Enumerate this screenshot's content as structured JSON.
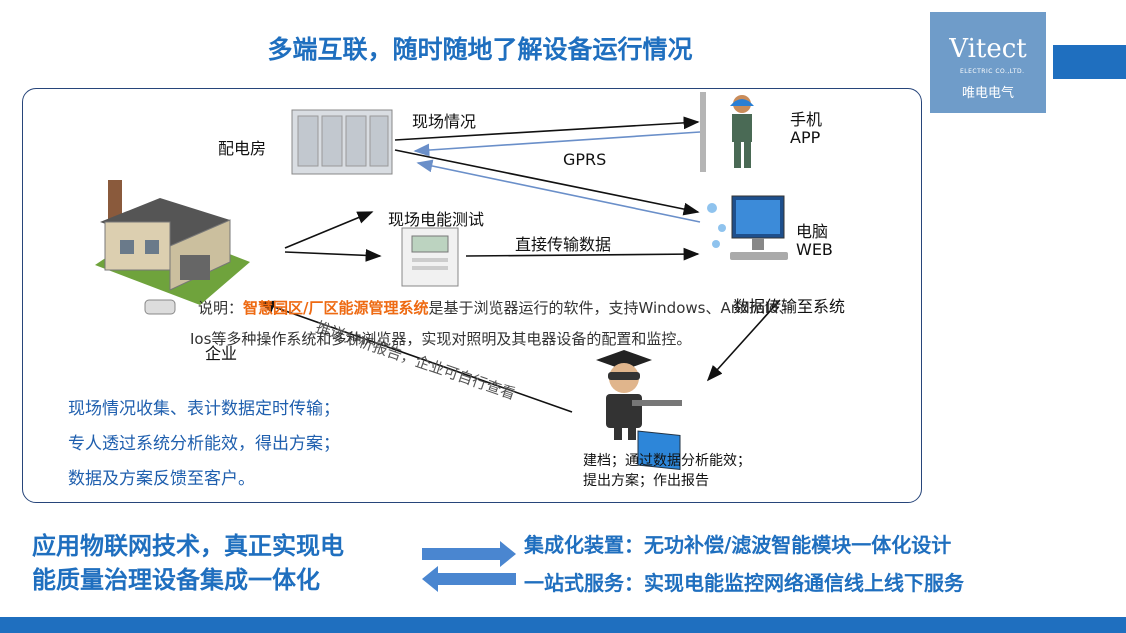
{
  "title": "多端互联，随时随地了解设备运行情况",
  "logo": {
    "brand": "Vitect",
    "sub": "ELECTRIC CO.,LTD.",
    "cn": "唯电电气"
  },
  "diagram": {
    "substation_label": "配电房",
    "site_status": "现场情况",
    "gprs": "GPRS",
    "phone_label": "手机",
    "phone_app": "APP",
    "energy_test": "现场电能测试",
    "direct_transfer": "直接传输数据",
    "computer_label": "电脑",
    "computer_web": "WEB",
    "data_to_system": "数据传输至系统",
    "enterprise": "企业",
    "push_analysis": "推送分析报告，企业可自行查看",
    "system_desc_prefix": "说明：",
    "system_name": "智慧园区/厂区能源管理系统",
    "system_desc_1": "是基于浏览器运行的软件，支持Windows、Android、",
    "system_desc_2": "Ios等多种操作系统和多种浏览器，实现对照明及其电器设备的配置和监控。",
    "archive_1": "建档；通过数据分析能效；",
    "archive_2": "提出方案；作出报告",
    "steps": [
      "现场情况收集、表计数据定时传输；",
      "专人透过系统分析能效，得出方案；",
      "数据及方案反馈至客户。"
    ]
  },
  "bottom": {
    "left_line1": "应用物联网技术，真正实现电",
    "left_line2": "能质量治理设备集成一体化",
    "right_line1": "集成化装置：无功补偿/滤波智能模块一体化设计",
    "right_line2": "一站式服务：实现电能监控网络通信线上线下服务"
  },
  "colors": {
    "accent": "#1f6fbf",
    "highlight": "#ee6a12",
    "panel_border": "#27457a"
  }
}
